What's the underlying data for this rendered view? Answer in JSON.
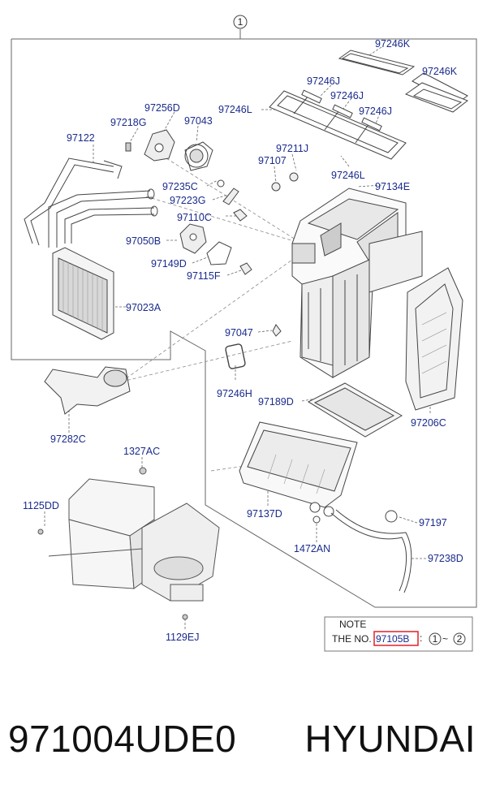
{
  "diagram": {
    "callout_number": "1",
    "parts": {
      "p97246K_top": "97246K",
      "p97246K_right": "97246K",
      "p97246J_a": "97246J",
      "p97246J_b": "97246J",
      "p97246J_c": "97246J",
      "p97246L_a": "97246L",
      "p97246L_b": "97246L",
      "p97256D": "97256D",
      "p97218G": "97218G",
      "p97043": "97043",
      "p97122": "97122",
      "p97211J": "97211J",
      "p97107": "97107",
      "p97235C": "97235C",
      "p97223G": "97223G",
      "p97134E": "97134E",
      "p97110C": "97110C",
      "p97050B": "97050B",
      "p97149D": "97149D",
      "p97115F": "97115F",
      "p97023A": "97023A",
      "p97047": "97047",
      "p97246H": "97246H",
      "p97189D": "97189D",
      "p97206C": "97206C",
      "p97282C": "97282C",
      "p1327AC": "1327AC",
      "p1125DD": "1125DD",
      "p97137D": "97137D",
      "p97197": "97197",
      "p1472AN": "1472AN",
      "p97238D": "97238D",
      "p1129EJ": "1129EJ"
    },
    "note": {
      "title": "NOTE",
      "prefix": "THE NO.",
      "ref": "97105B",
      "separator": ":",
      "range_start": "1",
      "tilde": "~",
      "range_end": "2"
    }
  },
  "caption": {
    "part_number": "971004UDE0",
    "brand": "HYUNDAI"
  },
  "colors": {
    "label": "#1a2b8c",
    "highlight_box": "#e0202a",
    "line": "#555555"
  }
}
